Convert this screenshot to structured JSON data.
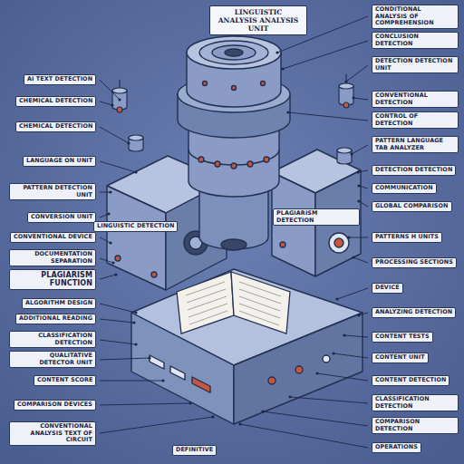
{
  "diagram": {
    "title": "LINGUISTIC ANALYSIS ANALYSIS UNIT",
    "labels": [
      "AI TEXT DETECTION",
      "CHEMICAL DETECTION",
      "CHEMICAL DETECTION",
      "LANGUAGE ON UNIT",
      "PATTERN DETECTION UNIT",
      "CONVERSION UNIT",
      "CONVENTIONAL DEVICE",
      "DOCUMENTATION SEPARATION",
      "PLAGIARISM FUNCTION",
      "ALGORITHM DESIGN",
      "ADDITIONAL READING",
      "CLASSIFICATION DETECTION",
      "QUALITATIVE DETECTOR UNIT",
      "CONTENT SCORE",
      "COMPARISON DEVICES",
      "CONVENTIONAL ANALYSIS TEXT OF CIRCUIT",
      "CONDITIONAL ANALYSIS OF COMPREHENSION",
      "CONCLUSION DETECTION",
      "DETECTION DETECTION UNIT",
      "CONVENTIONAL DETECTION",
      "CONTROL OF DETECTION",
      "PATTERN LANGUAGE TAB ANALYZER",
      "DETECTION DETECTION",
      "COMMUNICATION",
      "GLOBAL COMPARISON",
      "PATTERNS H UNITS",
      "PROCESSING SECTIONS",
      "DEVICE",
      "ANALYZING DETECTION",
      "CONTENT TESTS",
      "CONTENT UNIT",
      "CONTENT DETECTION",
      "CLASSIFICATION DETECTION",
      "COMPARISON DETECTION",
      "OPERATIONS",
      "LINGUISTIC DETECTION",
      "PLAGIARISM DETECTION",
      "DEFINITIVE"
    ]
  }
}
